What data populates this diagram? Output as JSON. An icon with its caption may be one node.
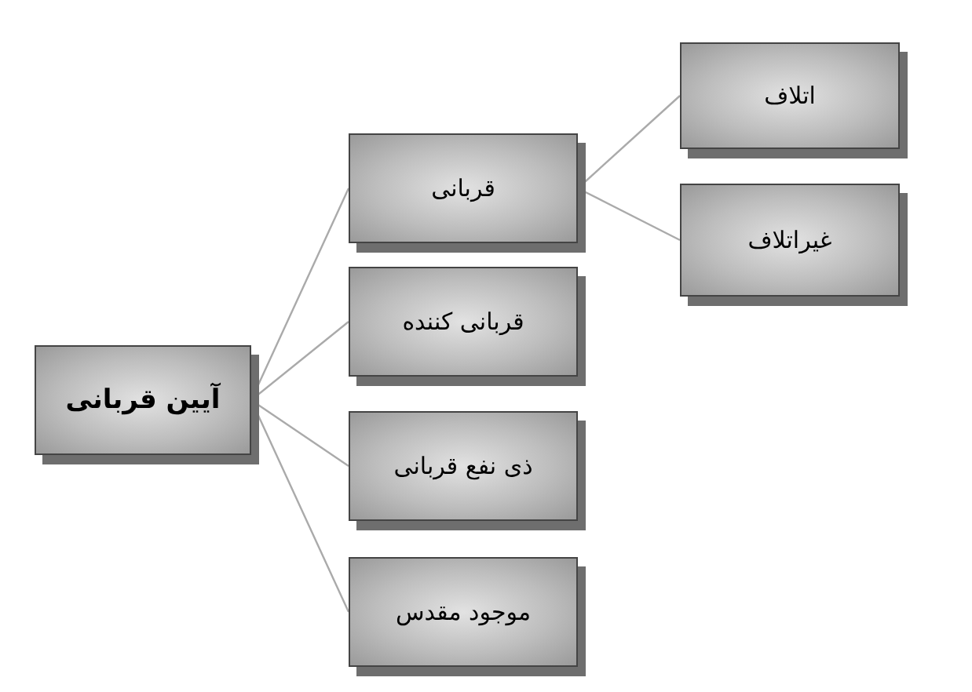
{
  "diagram": {
    "nodes": [
      {
        "text": [
          "آیین قربانی"
        ]
      },
      {
        "text": [
          "قربانی"
        ]
      },
      {
        "text": [
          "قربانی کننده"
        ]
      },
      {
        "text": [
          "ذی نفع قربانی"
        ]
      },
      {
        "text": [
          "موجود مقدس"
        ]
      },
      {
        "text": [
          "اتلاف"
        ]
      },
      {
        "text": [
          "غیراتلاف"
        ]
      }
    ],
    "edges": [
      {
        "from": 0,
        "to": 1,
        "arrow": "none"
      },
      {
        "from": 0,
        "to": 2,
        "arrow": "none"
      },
      {
        "from": 0,
        "to": 3,
        "arrow": "none"
      },
      {
        "from": 0,
        "to": 4,
        "arrow": "none"
      },
      {
        "from": 1,
        "to": 5,
        "arrow": "none"
      },
      {
        "from": 1,
        "to": 6,
        "arrow": "none"
      }
    ]
  }
}
